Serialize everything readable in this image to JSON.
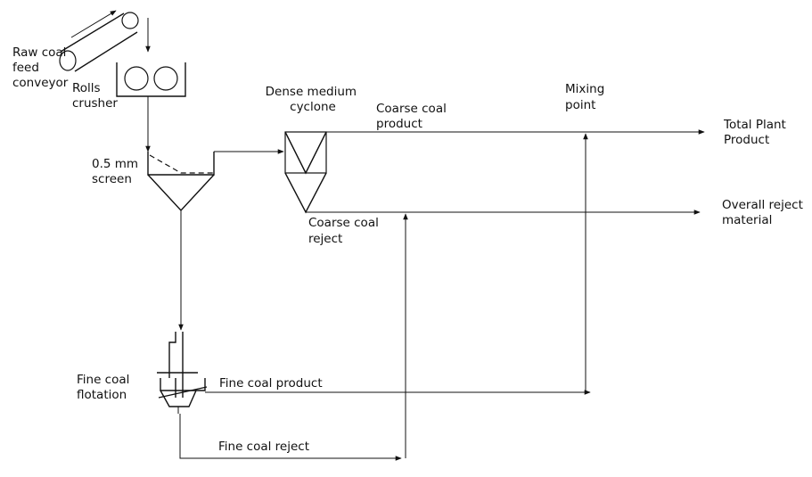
{
  "labels": {
    "raw_coal": [
      "Raw coal",
      "feed",
      "conveyor"
    ],
    "rolls_crusher": [
      "Rolls",
      "crusher"
    ],
    "screen": [
      "0.5 mm",
      "screen"
    ],
    "dense_medium_cyclone": [
      "Dense medium",
      "cyclone"
    ],
    "coarse_coal_product": [
      "Coarse coal",
      "product"
    ],
    "coarse_coal_reject": [
      "Coarse coal",
      "reject"
    ],
    "mixing_point": [
      "Mixing",
      "point"
    ],
    "total_plant_product": [
      "Total Plant",
      "Product"
    ],
    "overall_reject": [
      "Overall reject",
      "material"
    ],
    "fine_coal_flotation": [
      "Fine coal",
      "flotation"
    ],
    "fine_coal_product": "Fine coal product",
    "fine_coal_reject": "Fine coal reject"
  }
}
